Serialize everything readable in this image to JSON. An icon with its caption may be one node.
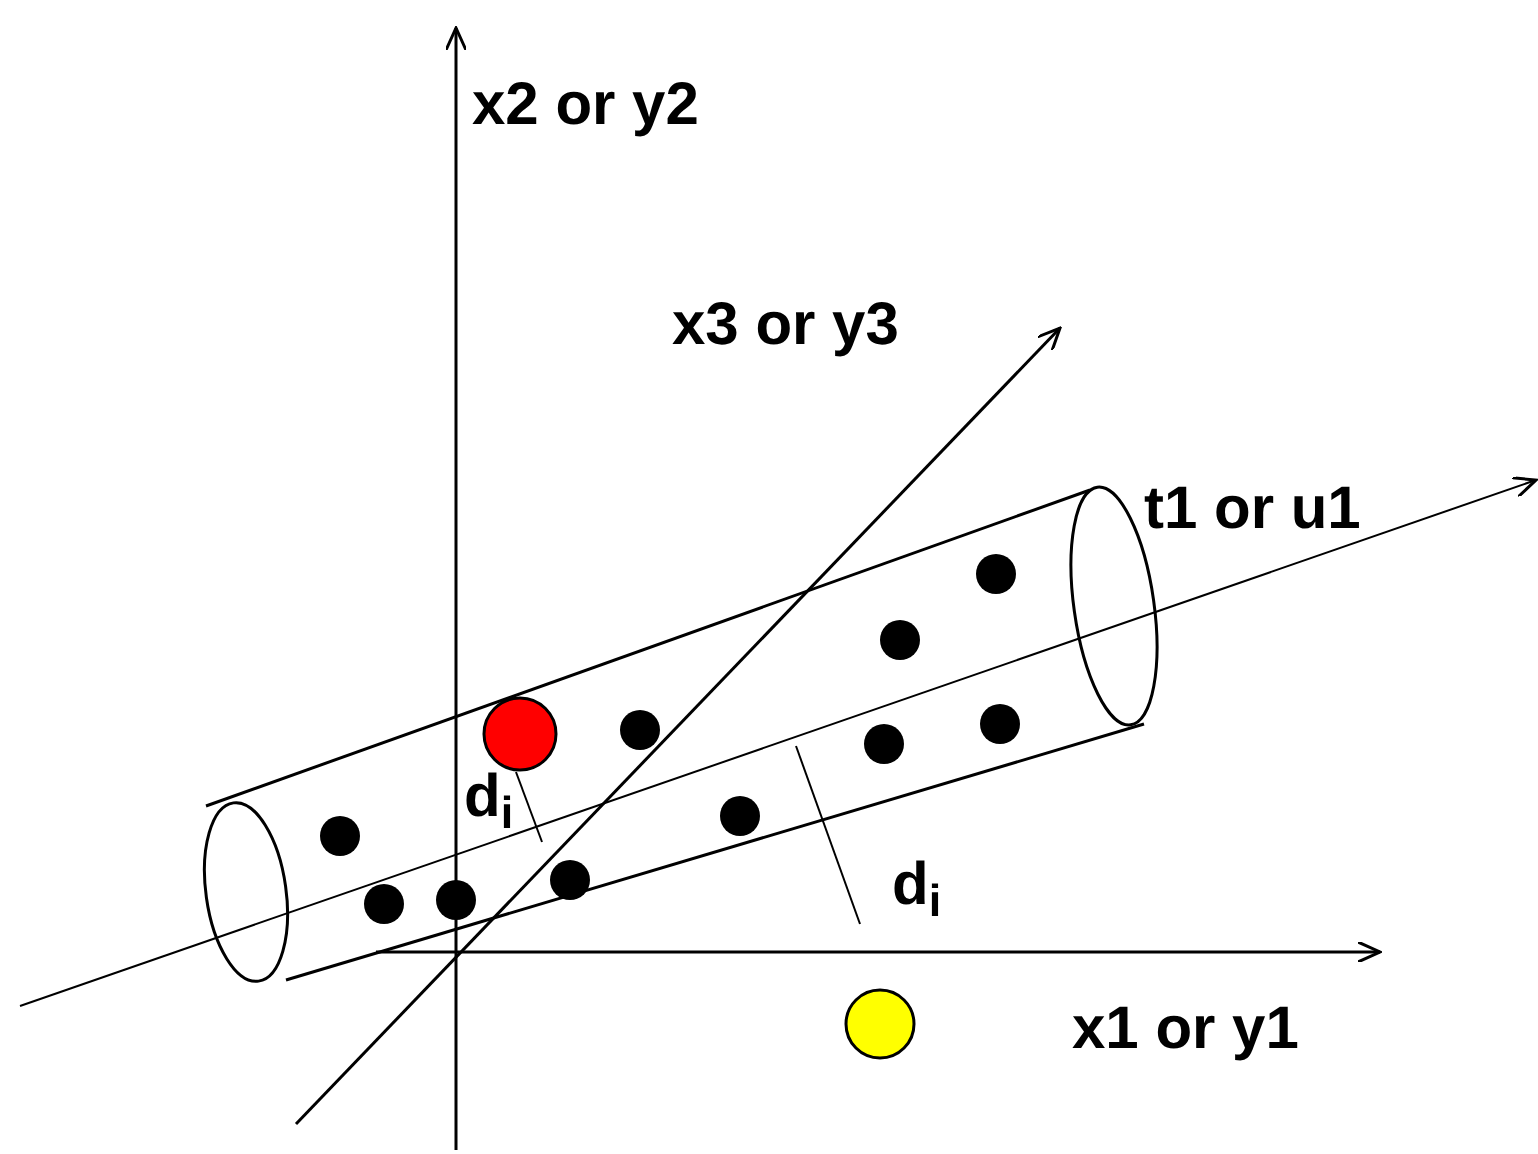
{
  "diagram": {
    "labels": [
      "x2 or y2",
      "x3 or y3",
      "t1 or u1",
      "d$_{i}$",
      "d$_{i}$",
      "x1 or y1"
    ]
  }
}
